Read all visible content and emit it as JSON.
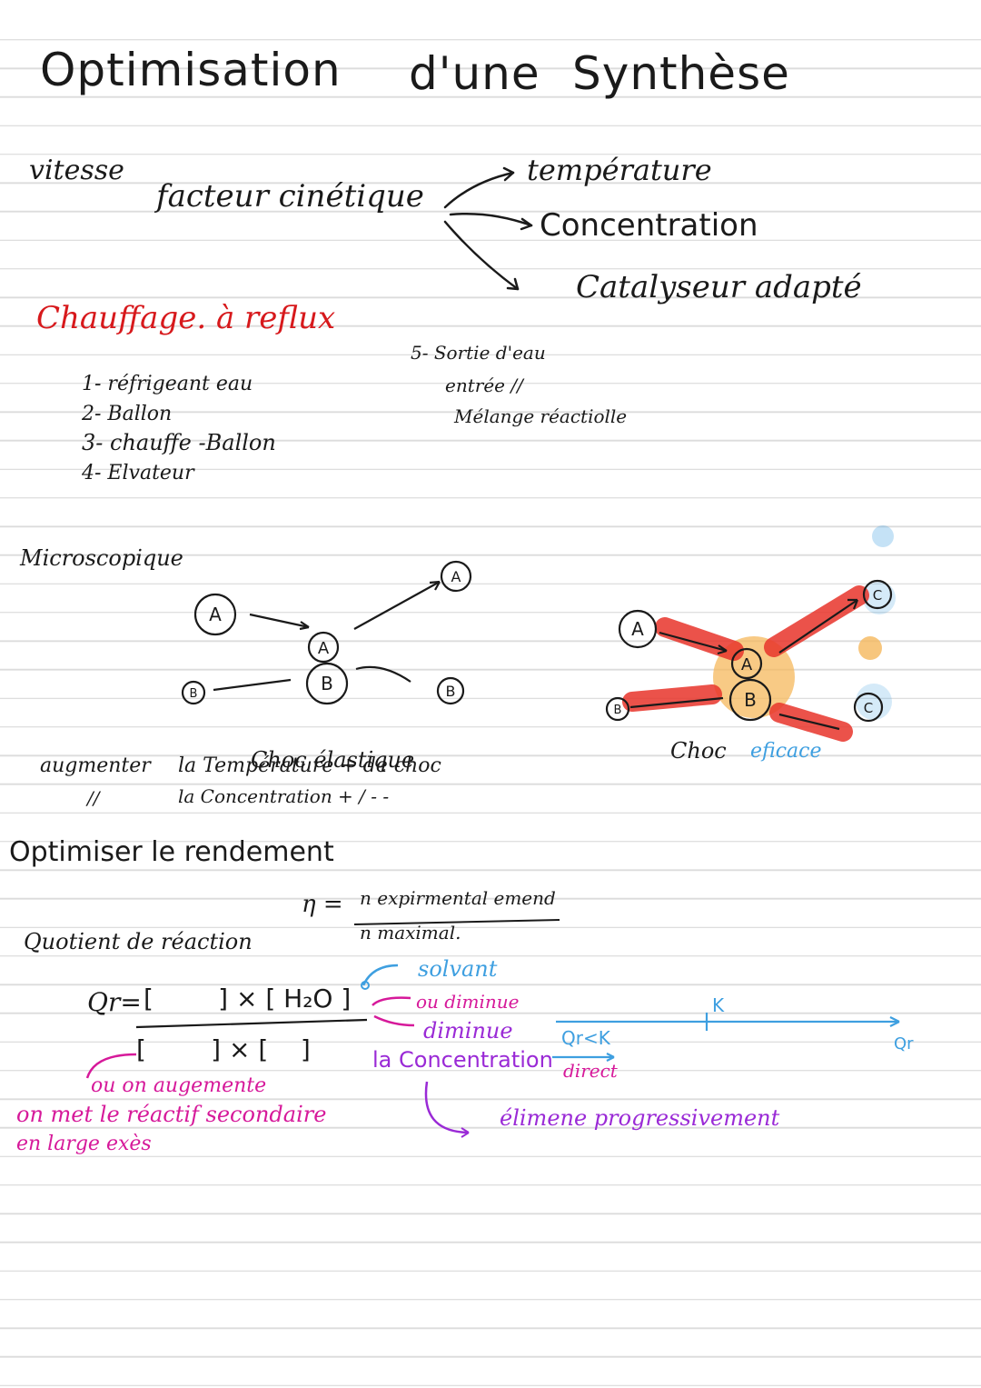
{
  "title": {
    "word1": "Optimisation",
    "word2": "d'une",
    "word3": "Synthèse"
  },
  "kinetics": {
    "vitesse": "vitesse",
    "facteur": "facteur cinétique",
    "branches": [
      "température",
      "Concentration",
      "Catalyseur adapté"
    ]
  },
  "reflux": {
    "heading": "Chauffage. à reflux",
    "items": [
      "1- réfrigeant eau",
      "2- Ballon",
      "3- chauffe -Ballon",
      "4- Elvateur"
    ],
    "right_items": [
      "5- Sortie d'eau",
      "entrée  //",
      "Mélange réactiolle"
    ]
  },
  "micro": {
    "heading": "Microscopique",
    "left_caption": "Choc élastique",
    "right_caption_1": "Choc",
    "right_caption_2": "eficace",
    "augmenter_1": "augmenter",
    "augmenter_2": "//",
    "line_1": "la Température + de choc",
    "line_2": "la Concentration + / - -",
    "labels": {
      "A": "A",
      "B": "B",
      "C": "C"
    }
  },
  "rendement": {
    "heading": "Optimiser le rendement",
    "eta": "η =",
    "num": "n expirmental emend",
    "den": "n maximal.",
    "n1": "n",
    "n2": "n"
  },
  "quotient": {
    "heading": "Quotient de réaction",
    "qr": "Qr=",
    "top": "[        ] × [ H₂O ]",
    "bottom": "[        ] × [    ]",
    "solvant": "solvant",
    "ou_diminue": "ou diminue",
    "diminue": "diminue",
    "concentration": "la Concentration",
    "ou_augmente": "ou on augemente",
    "reactif_1": "on met le réactif secondaire",
    "reactif_2": "en large exès",
    "elimine": "élimene progressivement",
    "axis_k": "K",
    "axis_qr": "Qr",
    "qr_lt_k": "Qr<K",
    "direct": "direct"
  },
  "colors": {
    "red": "#d7191c",
    "magenta": "#d6199a",
    "purple": "#9a2ad6",
    "blue": "#3e9fe0",
    "highlight_red": "#e8352b",
    "highlight_orange": "#f5b85c"
  }
}
